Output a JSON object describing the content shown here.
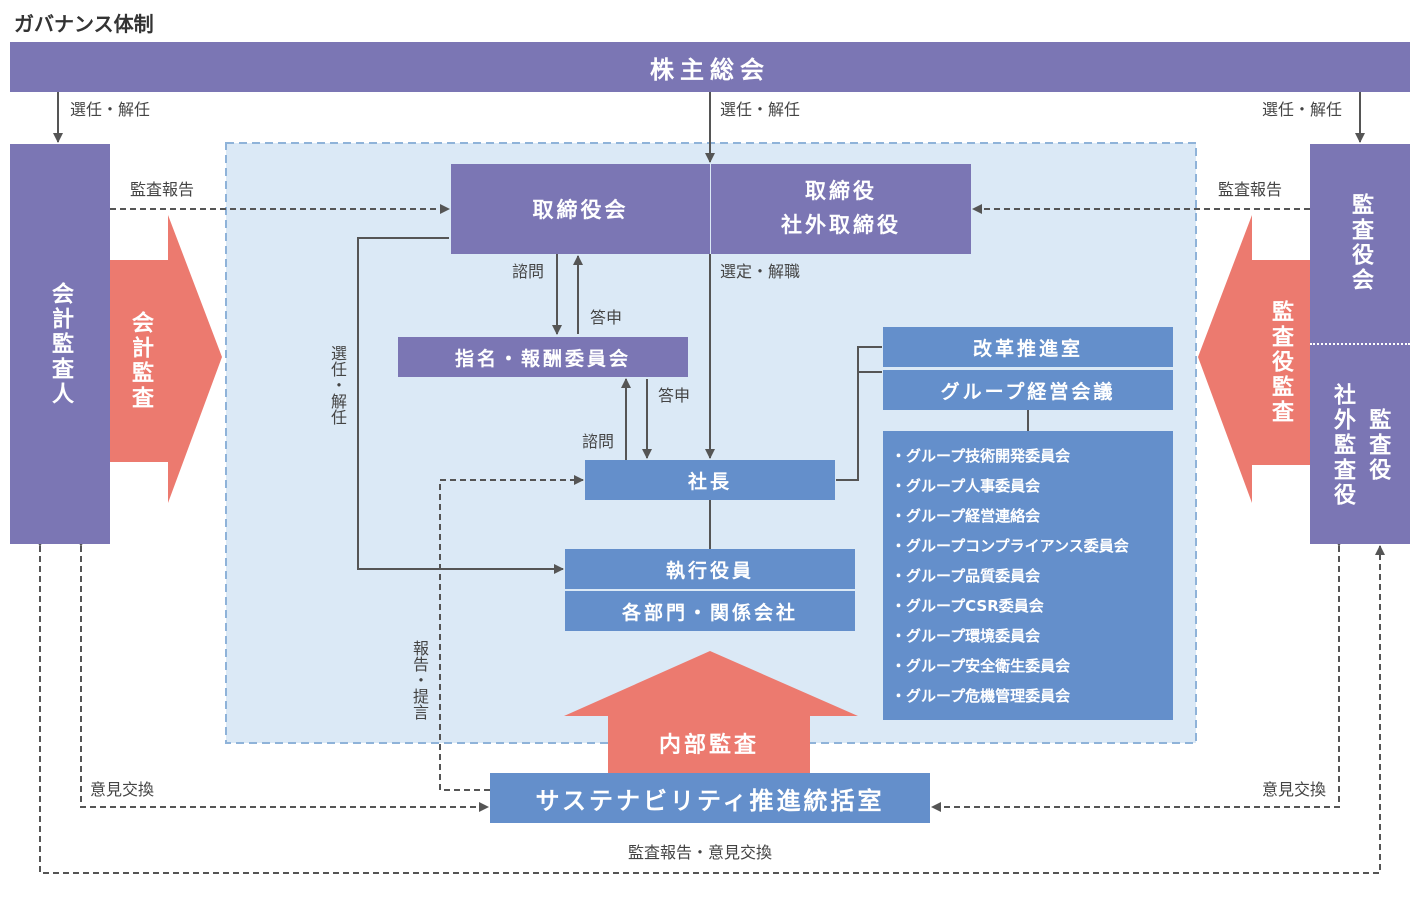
{
  "title": "ガバナンス体制",
  "boxes": {
    "shareholders": "株主総会",
    "auditor": "会計監査人",
    "board": "取締役会",
    "directors": "取締役\n社外取締役",
    "nomination": "指名・報酬委員会",
    "president": "社長",
    "officers": "執行役員",
    "divisions": "各部門・関係会社",
    "reform": "改革推進室",
    "group_mgmt": "グループ経営会議",
    "audit_board": "監査役会",
    "audit_members": "監査役\n社外監査役",
    "sustainability": "サステナビリティ推進統括室"
  },
  "arrows": {
    "accounting_audit": "会計監査",
    "auditor_audit": "監査役監査",
    "internal_audit": "内部監査"
  },
  "committees": [
    "・グループ技術開発委員会",
    "・グループ人事委員会",
    "・グループ経営連絡会",
    "・グループコンプライアンス委員会",
    "・グループ品質委員会",
    "・グループCSR委員会",
    "・グループ環境委員会",
    "・グループ安全衛生委員会",
    "・グループ危機管理委員会"
  ],
  "labels": {
    "elect_left": "選任・解任",
    "elect_center": "選任・解任",
    "elect_right": "選任・解任",
    "audit_report_left": "監査報告",
    "audit_report_right": "監査報告",
    "consult_1": "諮問",
    "answer_1": "答申",
    "consult_2": "諮問",
    "answer_2": "答申",
    "appoint_dismiss": "選定・解職",
    "elect_vertical": "選任・解任",
    "report_propose": "報告・提言",
    "exchange_left": "意見交換",
    "exchange_right": "意見交換",
    "bottom_exchange": "監査報告・意見交換"
  },
  "colors": {
    "purple": "#7b76b4",
    "blue": "#648fcb",
    "salmon": "#ec7a6f",
    "region_fill": "#dbe9f6",
    "region_border": "#8fb3d9",
    "arrow_gray": "#555555"
  }
}
